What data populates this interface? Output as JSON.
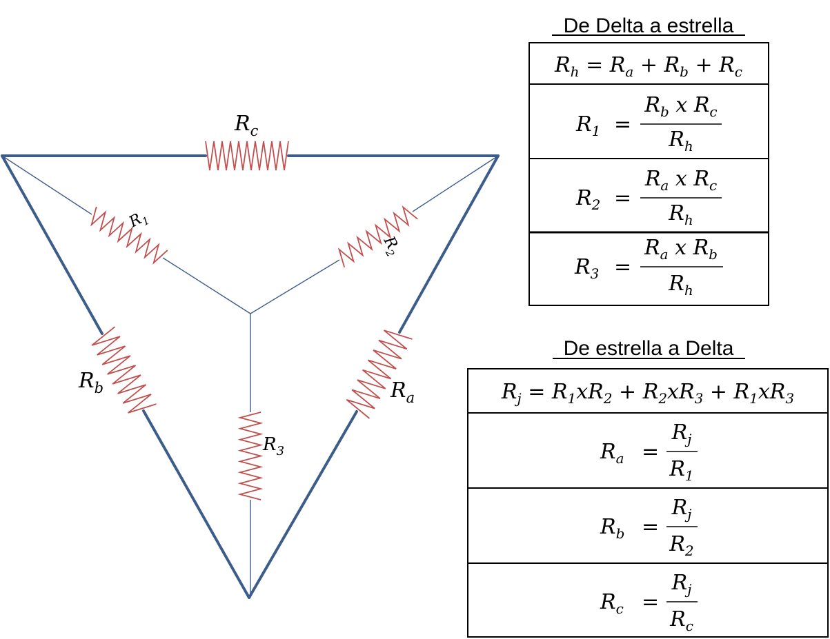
{
  "colors": {
    "wire": "#3c5d8a",
    "resistor": "#c0504d",
    "ink": "#000000",
    "background": "#ffffff"
  },
  "circuit": {
    "resistors": [
      {
        "id": "rc",
        "base": "R",
        "sub": "c"
      },
      {
        "id": "r1",
        "base": "R",
        "sub": "1"
      },
      {
        "id": "r2",
        "base": "R",
        "sub": "2"
      },
      {
        "id": "rb",
        "base": "R",
        "sub": "b"
      },
      {
        "id": "ra",
        "base": "R",
        "sub": "a"
      },
      {
        "id": "r3",
        "base": "R",
        "sub": "3"
      }
    ]
  },
  "delta_to_star": {
    "heading": "De Delta a estrella",
    "rows": [
      {
        "type": "sum",
        "lhs": {
          "base": "R",
          "sub": "h"
        },
        "terms": [
          {
            "base": "R",
            "sub": "a"
          },
          {
            "base": "R",
            "sub": "b"
          },
          {
            "base": "R",
            "sub": "c"
          }
        ]
      },
      {
        "type": "frac",
        "lhs": {
          "base": "R",
          "sub": "1"
        },
        "num": [
          {
            "base": "R",
            "sub": "b"
          },
          {
            "base": "R",
            "sub": "c"
          }
        ],
        "den": {
          "base": "R",
          "sub": "h"
        }
      },
      {
        "type": "frac",
        "lhs": {
          "base": "R",
          "sub": "2"
        },
        "num": [
          {
            "base": "R",
            "sub": "a"
          },
          {
            "base": "R",
            "sub": "c"
          }
        ],
        "den": {
          "base": "R",
          "sub": "h"
        }
      },
      {
        "type": "frac",
        "lhs": {
          "base": "R",
          "sub": "3"
        },
        "num": [
          {
            "base": "R",
            "sub": "a"
          },
          {
            "base": "R",
            "sub": "b"
          }
        ],
        "den": {
          "base": "R",
          "sub": "h"
        }
      }
    ]
  },
  "star_to_delta": {
    "heading": "De estrella a Delta",
    "rows": [
      {
        "type": "products",
        "lhs": {
          "base": "R",
          "sub": "j"
        },
        "products": [
          [
            {
              "base": "R",
              "sub": "1"
            },
            {
              "base": "R",
              "sub": "2"
            }
          ],
          [
            {
              "base": "R",
              "sub": "2"
            },
            {
              "base": "R",
              "sub": "3"
            }
          ],
          [
            {
              "base": "R",
              "sub": "1"
            },
            {
              "base": "R",
              "sub": "3"
            }
          ]
        ]
      },
      {
        "type": "ratio",
        "lhs": {
          "base": "R",
          "sub": "a"
        },
        "num": {
          "base": "R",
          "sub": "j"
        },
        "den": {
          "base": "R",
          "sub": "1"
        }
      },
      {
        "type": "ratio",
        "lhs": {
          "base": "R",
          "sub": "b"
        },
        "num": {
          "base": "R",
          "sub": "j"
        },
        "den": {
          "base": "R",
          "sub": "2"
        }
      },
      {
        "type": "ratio",
        "lhs": {
          "base": "R",
          "sub": "c"
        },
        "num": {
          "base": "R",
          "sub": "j"
        },
        "den": {
          "base": "R",
          "sub": "c"
        }
      }
    ]
  },
  "symbols": {
    "equals": "=",
    "plus": "+",
    "times": "x"
  }
}
